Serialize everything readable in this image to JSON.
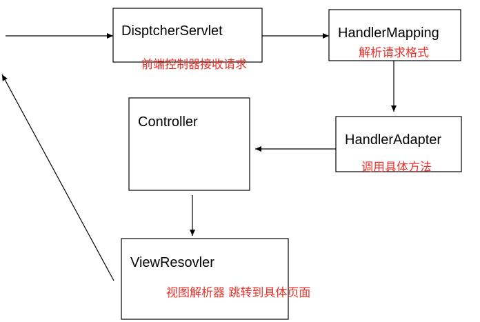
{
  "nodes": {
    "dispatcher": {
      "title": "DisptcherServlet",
      "note": "前端控制器接收请求"
    },
    "mapping": {
      "title": "HandlerMapping",
      "note": "解析请求格式"
    },
    "adapter": {
      "title": "HandlerAdapter",
      "note": "调用具体方法"
    },
    "controller": {
      "title": "Controller"
    },
    "resolver": {
      "title": "ViewResolver_typo_guard",
      "note": "视图解析器 跳转到具体页面"
    }
  },
  "colors": {
    "box_stroke": "#000000",
    "note_text": "#e8322b",
    "arrow": "#000000"
  }
}
